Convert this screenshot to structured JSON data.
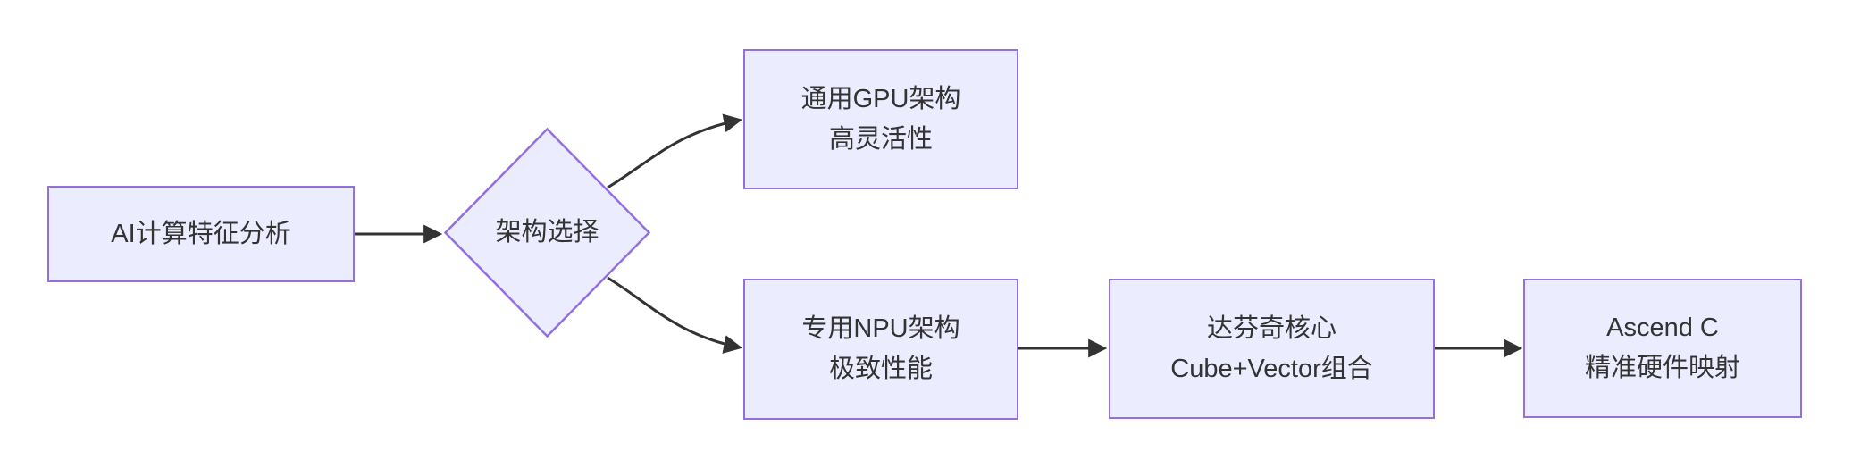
{
  "diagram": {
    "type": "flowchart",
    "direction": "left-to-right",
    "colors": {
      "background": "#FFFFFF",
      "node_fill": "#ECECFF",
      "node_border": "#9370DB",
      "edge_color": "#333333",
      "text_color": "#333333"
    },
    "nodes": [
      {
        "id": "ai-analysis",
        "shape": "rectangle",
        "lines": [
          "AI计算特征分析"
        ]
      },
      {
        "id": "arch-choice",
        "shape": "diamond",
        "lines": [
          "架构选择"
        ]
      },
      {
        "id": "gpu-arch",
        "shape": "rectangle",
        "lines": [
          "通用GPU架构",
          "高灵活性"
        ]
      },
      {
        "id": "npu-arch",
        "shape": "rectangle",
        "lines": [
          "专用NPU架构",
          "极致性能"
        ]
      },
      {
        "id": "davinci-core",
        "shape": "rectangle",
        "lines": [
          "达芬奇核心",
          "Cube+Vector组合"
        ]
      },
      {
        "id": "ascend-c",
        "shape": "rectangle",
        "lines": [
          "Ascend C",
          "精准硬件映射"
        ]
      }
    ],
    "edges": [
      {
        "from": "ai-analysis",
        "to": "arch-choice"
      },
      {
        "from": "arch-choice",
        "to": "gpu-arch"
      },
      {
        "from": "arch-choice",
        "to": "npu-arch"
      },
      {
        "from": "npu-arch",
        "to": "davinci-core"
      },
      {
        "from": "davinci-core",
        "to": "ascend-c"
      }
    ]
  }
}
